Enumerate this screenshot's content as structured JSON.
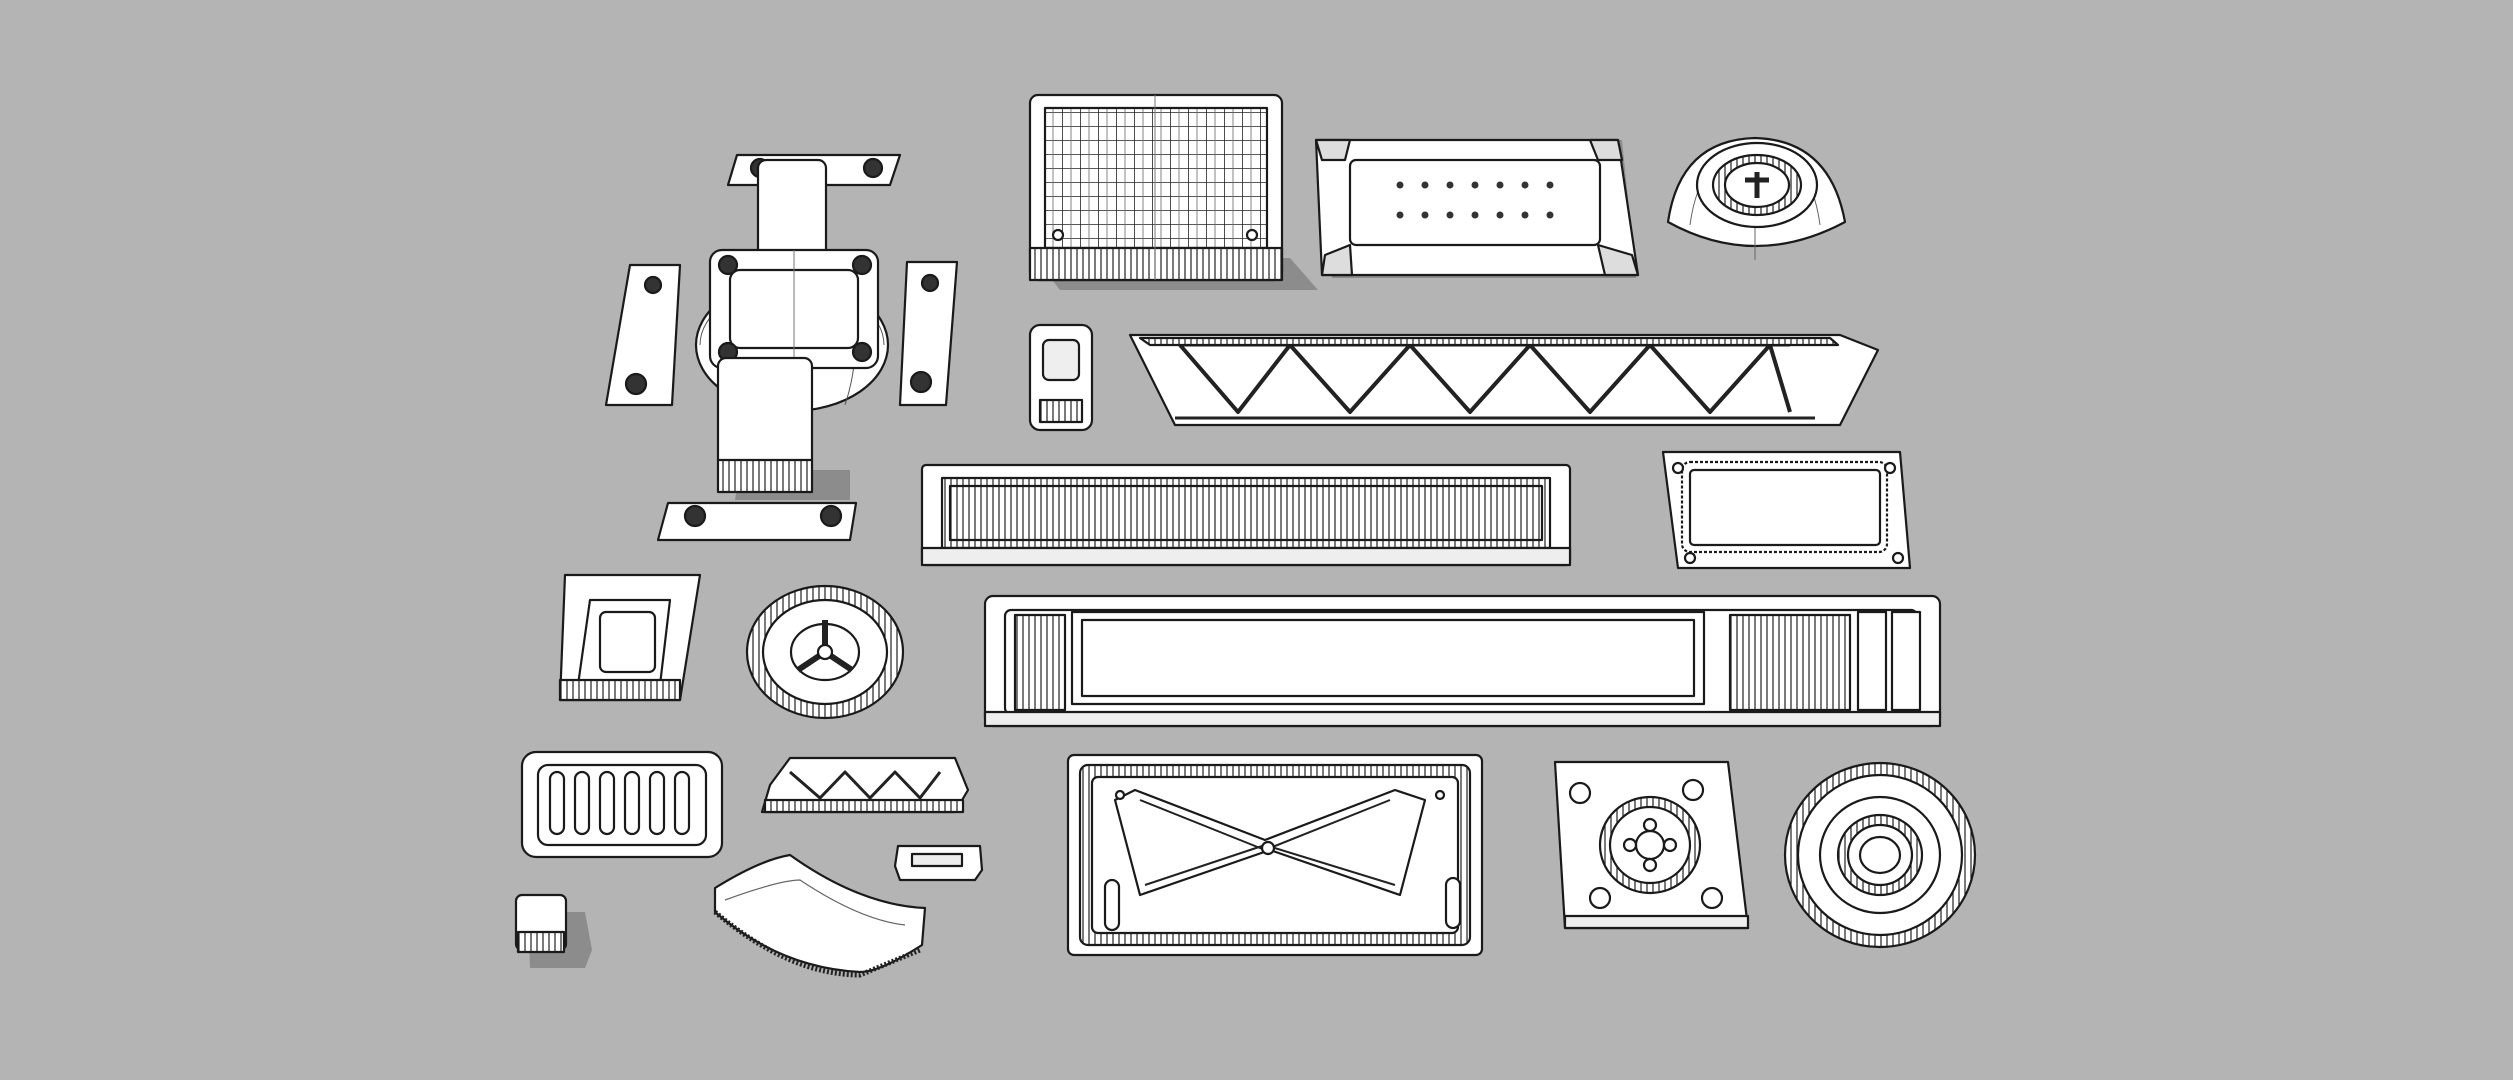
{
  "scene": {
    "background_color": "#b4b4b4",
    "stroke_color": "#1a1a1a",
    "fill_color": "#ffffff",
    "shadow_color": "#8c8c8c",
    "style": "monochrome line-art 3D model render",
    "parts": [
      {
        "id": "cross-clamp",
        "icon": "cross-clamp-icon"
      },
      {
        "id": "vent-box",
        "icon": "vent-grille-icon"
      },
      {
        "id": "riveted-panel",
        "icon": "panel-icon"
      },
      {
        "id": "dome-hatch",
        "icon": "dome-hatch-icon"
      },
      {
        "id": "small-bracket",
        "icon": "bracket-icon"
      },
      {
        "id": "truss-strip",
        "icon": "truss-icon"
      },
      {
        "id": "louver-strip",
        "icon": "louver-icon"
      },
      {
        "id": "frame-plate",
        "icon": "frame-plate-icon"
      },
      {
        "id": "hinge-socket",
        "icon": "hinge-icon"
      },
      {
        "id": "rotor-disc",
        "icon": "rotor-icon"
      },
      {
        "id": "long-rail",
        "icon": "rail-icon"
      },
      {
        "id": "slot-plate",
        "icon": "slot-plate-icon"
      },
      {
        "id": "truss-tag",
        "icon": "truss-tag-icon"
      },
      {
        "id": "small-clip",
        "icon": "clip-icon"
      },
      {
        "id": "cube-knob",
        "icon": "knob-icon"
      },
      {
        "id": "curved-duct",
        "icon": "duct-icon"
      },
      {
        "id": "bowtie-plate",
        "icon": "bowtie-plate-icon"
      },
      {
        "id": "hub-plate",
        "icon": "hub-plate-icon"
      },
      {
        "id": "ring-disc",
        "icon": "ring-disc-icon"
      }
    ]
  }
}
